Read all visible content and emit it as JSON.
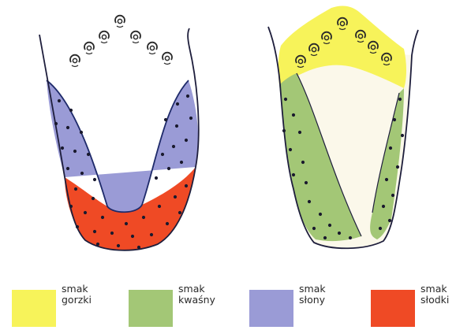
{
  "legend": [
    {
      "line1": "smak",
      "line2": "gorzki",
      "color": "#f7f35a"
    },
    {
      "line1": "smak",
      "line2": "kwaśny",
      "color": "#a3c776"
    },
    {
      "line1": "smak",
      "line2": "słony",
      "color": "#9a9bd6"
    },
    {
      "line1": "smak",
      "line2": "słodki",
      "color": "#ef4a25"
    }
  ],
  "colors": {
    "outline": "#1e1e3c",
    "dot": "#1a1a2e",
    "bitter": "#f7f35a",
    "sour": "#a3c776",
    "salty": "#9a9bd6",
    "sweet": "#ef4a25"
  },
  "icons": {
    "papilla": "circumvallate-papilla-icon",
    "dot": "taste-bud-dot-icon"
  }
}
